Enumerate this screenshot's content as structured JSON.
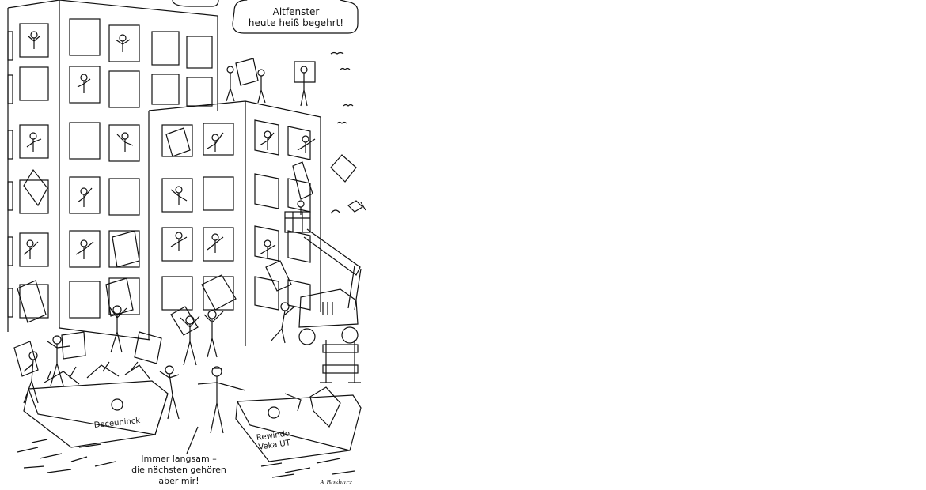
{
  "speech_bubble": {
    "line1": "Altfenster",
    "line2": "heute heiß begehrt!"
  },
  "skip_left": {
    "label": "Deceuninck"
  },
  "skip_right": {
    "line1": "Rewindo",
    "line2": "Veka UT"
  },
  "caption": {
    "line1": "Immer langsam –",
    "line2": "die nächsten gehören",
    "line3": "aber mir!"
  },
  "signature": "A.Bosharz",
  "palette": {
    "ink": "#111111",
    "paper": "#ffffff"
  }
}
